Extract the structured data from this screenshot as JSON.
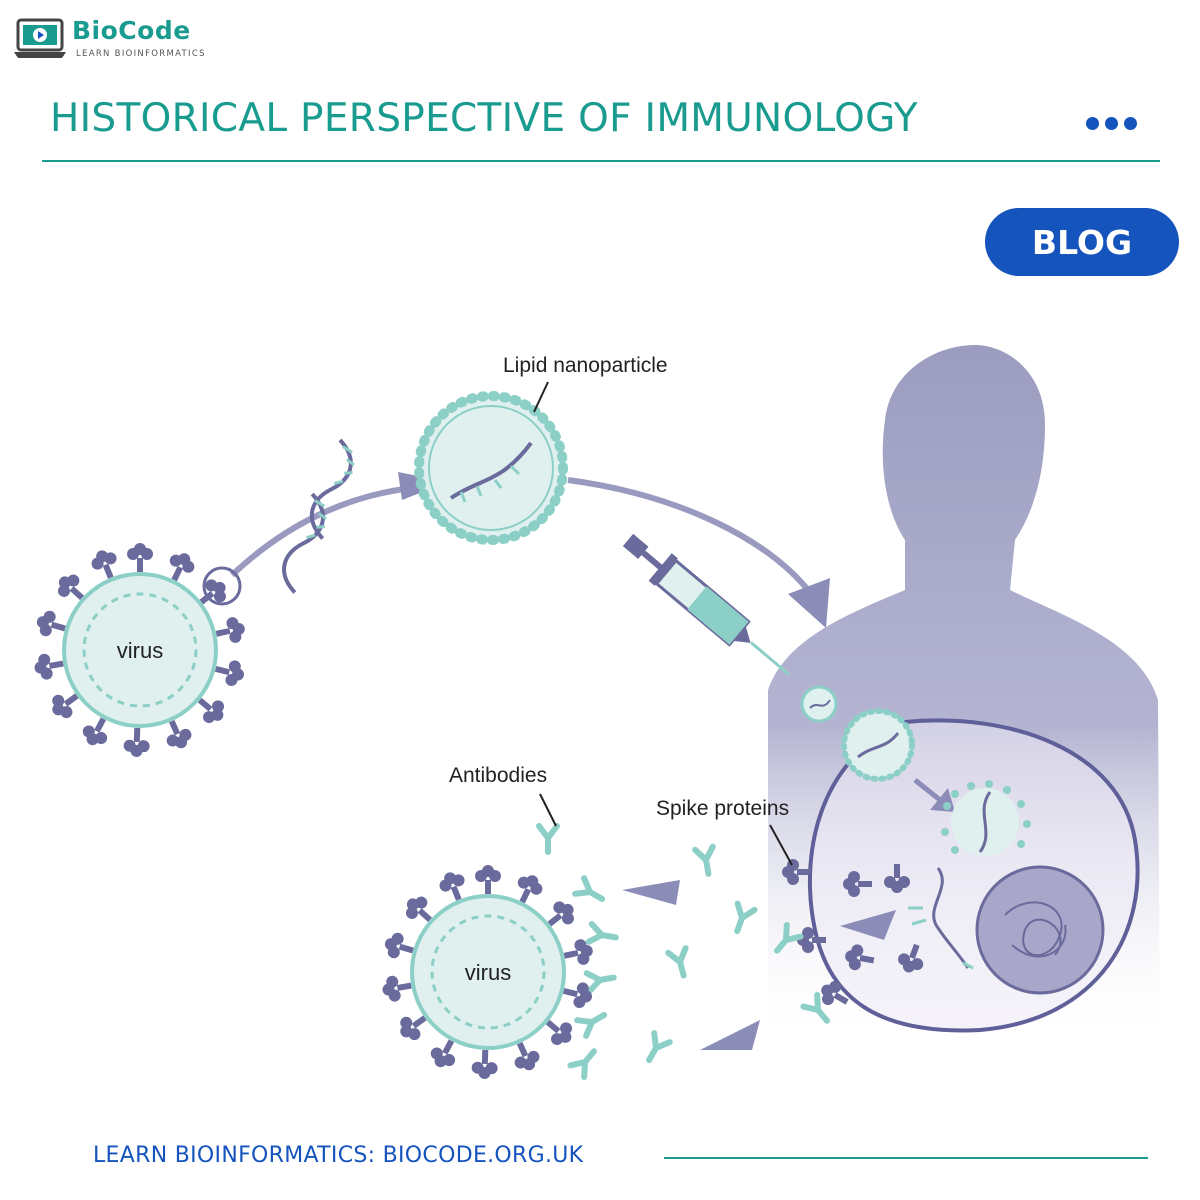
{
  "brand": {
    "name": "BioCode",
    "tagline": "LEARN BIOINFORMATICS",
    "teal": "#1a9b8f",
    "blue": "#1553bd"
  },
  "title": "HISTORICAL PERSPECTIVE OF IMMUNOLOGY",
  "badge": "BLOG",
  "diagram": {
    "labels": {
      "virus_left": "virus",
      "virus_right": "virus",
      "lipid": "Lipid nanoparticle",
      "antibodies": "Antibodies",
      "spike": "Spike proteins"
    },
    "colors": {
      "purple": "#6a6a9c",
      "teal_light": "#8ccfc7",
      "teal_fill": "#dff0ee",
      "body": "#9c9cc0"
    }
  },
  "footer": "LEARN BIOINFORMATICS: BIOCODE.ORG.UK"
}
